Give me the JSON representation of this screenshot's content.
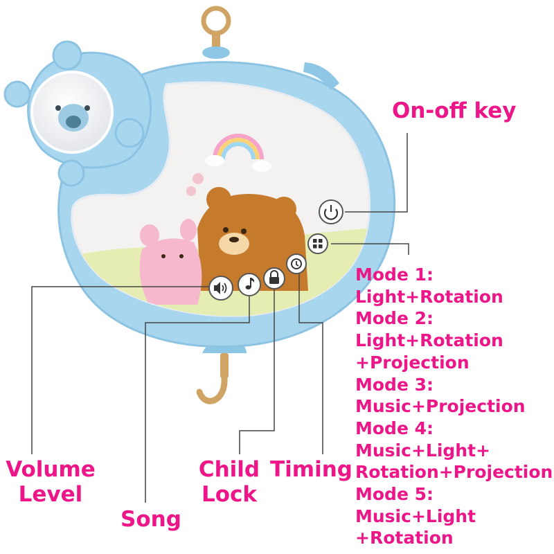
{
  "labels": {
    "on_off_key": "On-off key",
    "volume_level": "Volume\nLevel",
    "song": "Song",
    "child_lock": "Child\nLock",
    "timing": "Timing"
  },
  "modes": [
    "Mode 1:",
    "Light+Rotation",
    "Mode 2:",
    "Light+Rotation",
    "+Projection",
    "Mode 3:",
    "Music+Projection",
    "Mode 4:",
    "Music+Light+",
    "Rotation+Projection",
    "Mode 5:",
    "Music+Light",
    "+Rotation"
  ],
  "buttons": [
    {
      "name": "power-icon"
    },
    {
      "name": "mode-grid-icon"
    },
    {
      "name": "timer-clock-icon"
    },
    {
      "name": "lock-icon"
    },
    {
      "name": "music-note-icon"
    },
    {
      "name": "speaker-volume-icon"
    }
  ],
  "colors": {
    "label_pink": "#ec1689",
    "device_blue": "#a9d6ef",
    "device_blue_dark": "#7fbde0",
    "hook_tan": "#cfa465",
    "leader_line": "#444444"
  }
}
